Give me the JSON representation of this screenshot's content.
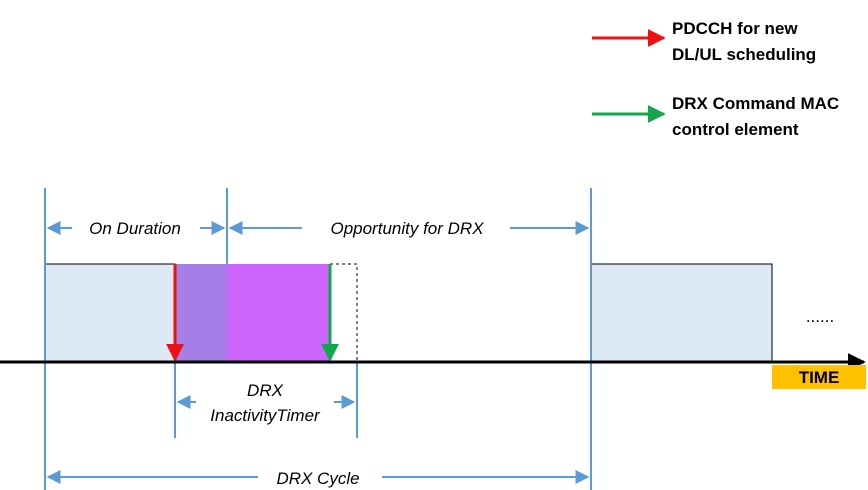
{
  "legend": {
    "pdcch_line1": "PDCCH for new",
    "pdcch_line2": "DL/UL scheduling",
    "drx_cmd_line1": "DRX Command MAC",
    "drx_cmd_line2": "control element"
  },
  "labels": {
    "on_duration": "On Duration",
    "opportunity": "Opportunity for DRX",
    "inactivity_line1": "DRX",
    "inactivity_line2": "InactivityTimer",
    "drx_cycle": "DRX Cycle",
    "time": "TIME",
    "ellipsis": "......"
  },
  "colors": {
    "on_duration_fill": "#dde9f5",
    "inactivity_fill_1": "#a57ee8",
    "inactivity_fill_2": "#cc66ff",
    "guide_line": "#5b9bd5",
    "pdcch_arrow": "#ee1111",
    "drx_cmd_arrow": "#11a84a",
    "time_badge": "#ffc000"
  }
}
